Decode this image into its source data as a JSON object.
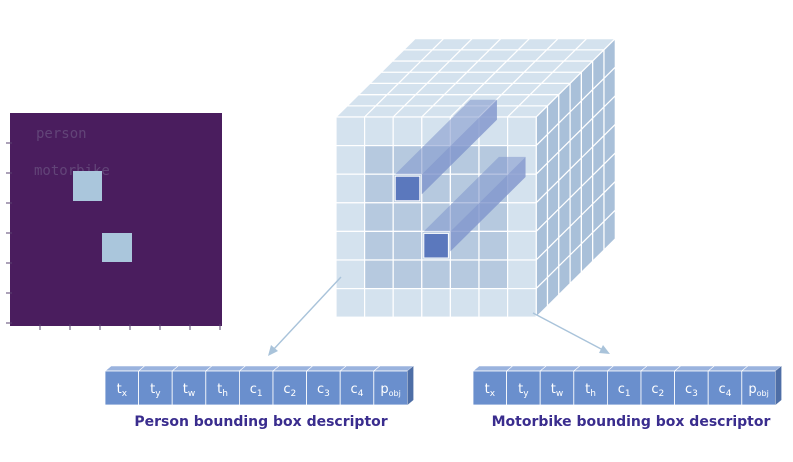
{
  "colors": {
    "heatmap_bg": "#4a1d5e",
    "heatmap_box": "#aac6dc",
    "cube_cell_light": "#d4e2ee",
    "cube_cell_mid": "#a9c0d9",
    "cube_grid_line": "#ffffff",
    "highlight_cell": "#5b78bd",
    "highlight_tube": "#8095cc",
    "descriptor_cell": "#6a8fcd",
    "descriptor_top": "#9ab3de",
    "descriptor_side": "#4e6ea6",
    "arrow": "#a9c3da",
    "caption_text": "#3a2d8e"
  },
  "heatmap": {
    "labels": [
      "person",
      "motorbike"
    ]
  },
  "descriptors": [
    {
      "caption": "Person bounding box descriptor",
      "cells": [
        {
          "base": "t",
          "sub": "x"
        },
        {
          "base": "t",
          "sub": "y"
        },
        {
          "base": "t",
          "sub": "w"
        },
        {
          "base": "t",
          "sub": "h"
        },
        {
          "base": "c",
          "sub": "1"
        },
        {
          "base": "c",
          "sub": "2"
        },
        {
          "base": "c",
          "sub": "3"
        },
        {
          "base": "c",
          "sub": "4"
        },
        {
          "base": "p",
          "sub": "obj"
        }
      ]
    },
    {
      "caption": "Motorbike bounding box descriptor",
      "cells": [
        {
          "base": "t",
          "sub": "x"
        },
        {
          "base": "t",
          "sub": "y"
        },
        {
          "base": "t",
          "sub": "w"
        },
        {
          "base": "t",
          "sub": "h"
        },
        {
          "base": "c",
          "sub": "1"
        },
        {
          "base": "c",
          "sub": "2"
        },
        {
          "base": "c",
          "sub": "3"
        },
        {
          "base": "c",
          "sub": "4"
        },
        {
          "base": "p",
          "sub": "obj"
        }
      ]
    }
  ]
}
